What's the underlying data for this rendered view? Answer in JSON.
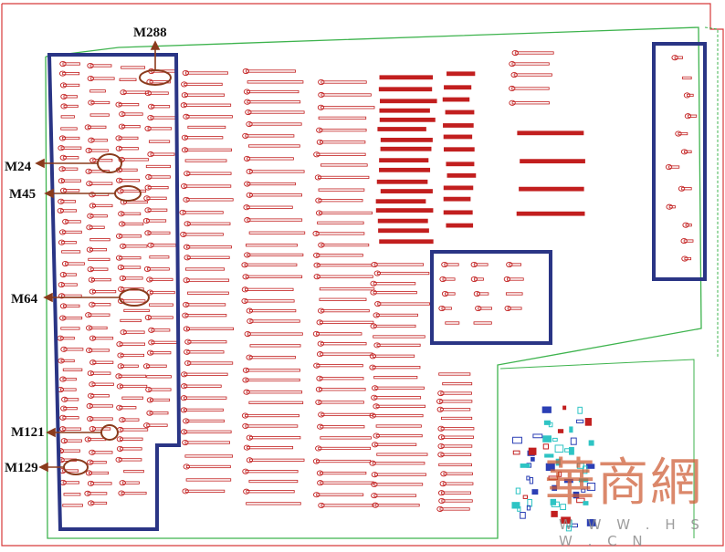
{
  "labels": {
    "m288": "M288",
    "m24": "M24",
    "m45": "M45",
    "m64": "M64",
    "m121": "M121",
    "m129": "M129"
  },
  "watermark": {
    "text": "華商網",
    "url": "W W W . H S W . C N"
  },
  "colors": {
    "outline": "#d73a3a",
    "site_boundary": "#3db34d",
    "zone_box": "#2a3585",
    "graves": "#c21f1f",
    "annotation": "#8a3b1c",
    "teal_features": "#2ec4c4",
    "blue_features": "#2b3fb5"
  }
}
